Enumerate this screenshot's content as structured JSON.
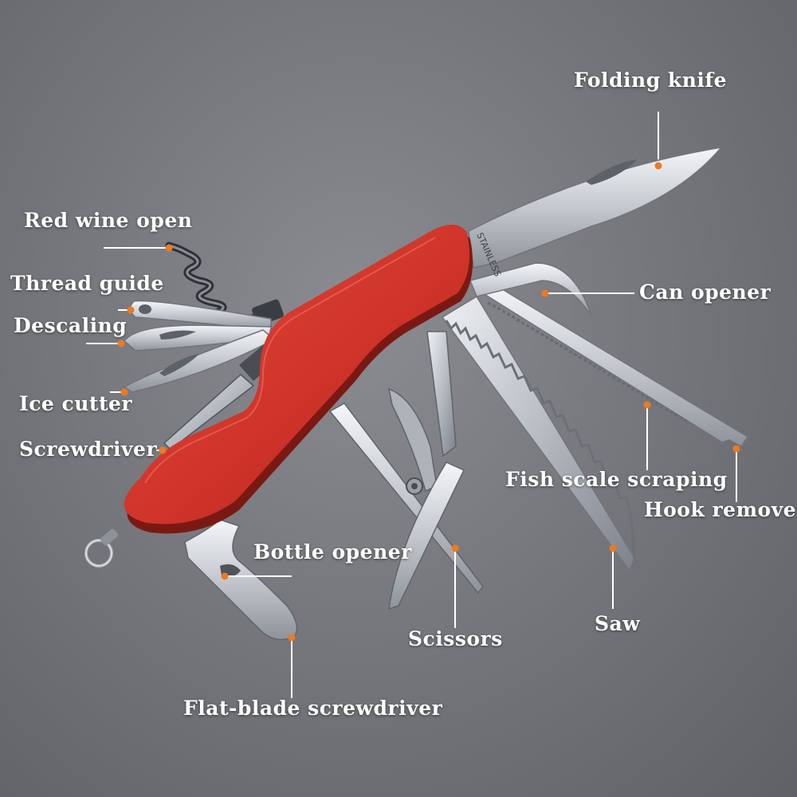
{
  "colors": {
    "background": "#76787d",
    "handle": "#d2352c",
    "dot": "#ee7a1f",
    "leader": "#ffffff",
    "steel": "#d9dde2"
  },
  "blade_stamp": "STAINLESS",
  "labels": {
    "folding_knife": "Folding knife",
    "red_wine_open": "Red wine open",
    "thread_guide": "Thread guide",
    "descaling": "Descaling",
    "ice_cutter": "Ice cutter",
    "screwdriver": "Screwdriver",
    "can_opener": "Can opener",
    "fish_scale_scraping": "Fish scale scraping",
    "hook_remover": "Hook remover",
    "bottle_opener": "Bottle opener",
    "scissors": "Scissors",
    "saw": "Saw",
    "flat_blade_screwdriver": "Flat-blade screwdriver"
  }
}
